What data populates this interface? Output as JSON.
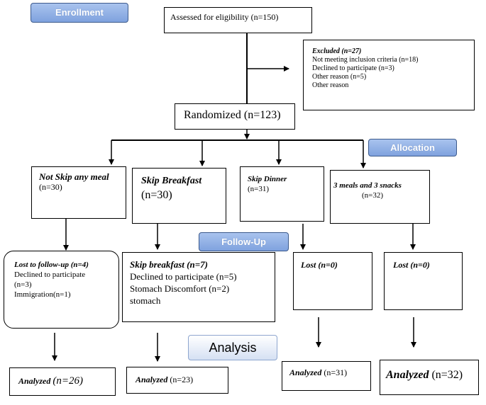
{
  "stages": {
    "enrollment": "Enrollment",
    "allocation": "Allocation",
    "follow_up": "Follow-Up",
    "analysis": "Analysis"
  },
  "eligibility": "Assessed for eligibility (n=150)",
  "excluded": {
    "title": "Excluded (n=27)",
    "lines": [
      "Not meeting inclusion criteria (n=18)",
      "Declined to participate (n=3)",
      "Other reason (n=5)",
      "Other reason"
    ]
  },
  "randomized": "Randomized (n=123)",
  "arms": [
    {
      "name": "Not Skip any meal",
      "n": "(n=30)",
      "followup": {
        "title": "Lost to follow-up (n=4)",
        "lines": [
          "Declined to participate",
          "(n=3)",
          "Immigration(n=1)"
        ]
      },
      "analyzed": {
        "label": "Analyzed",
        "n": "(n=26)"
      }
    },
    {
      "name": "Skip Breakfast",
      "n": "(n=30)",
      "followup": {
        "title": "Skip breakfast (n=7)",
        "lines": [
          "Declined to participate (n=5)",
          "Stomach Discomfort (n=2)",
          "stomach"
        ]
      },
      "analyzed": {
        "label": "Analyzed",
        "n": "(n=23)"
      }
    },
    {
      "name": "Skip Dinner",
      "n": "(n=31)",
      "followup": {
        "title": "Lost (n=0)",
        "lines": []
      },
      "analyzed": {
        "label": "Analyzed",
        "n": "(n=31)"
      }
    },
    {
      "name": "3 meals and 3 snacks",
      "n": "(n=32)",
      "followup": {
        "title": "Lost (n=0)",
        "lines": []
      },
      "analyzed": {
        "label": "Analyzed",
        "n": "(n=32)"
      }
    }
  ]
}
